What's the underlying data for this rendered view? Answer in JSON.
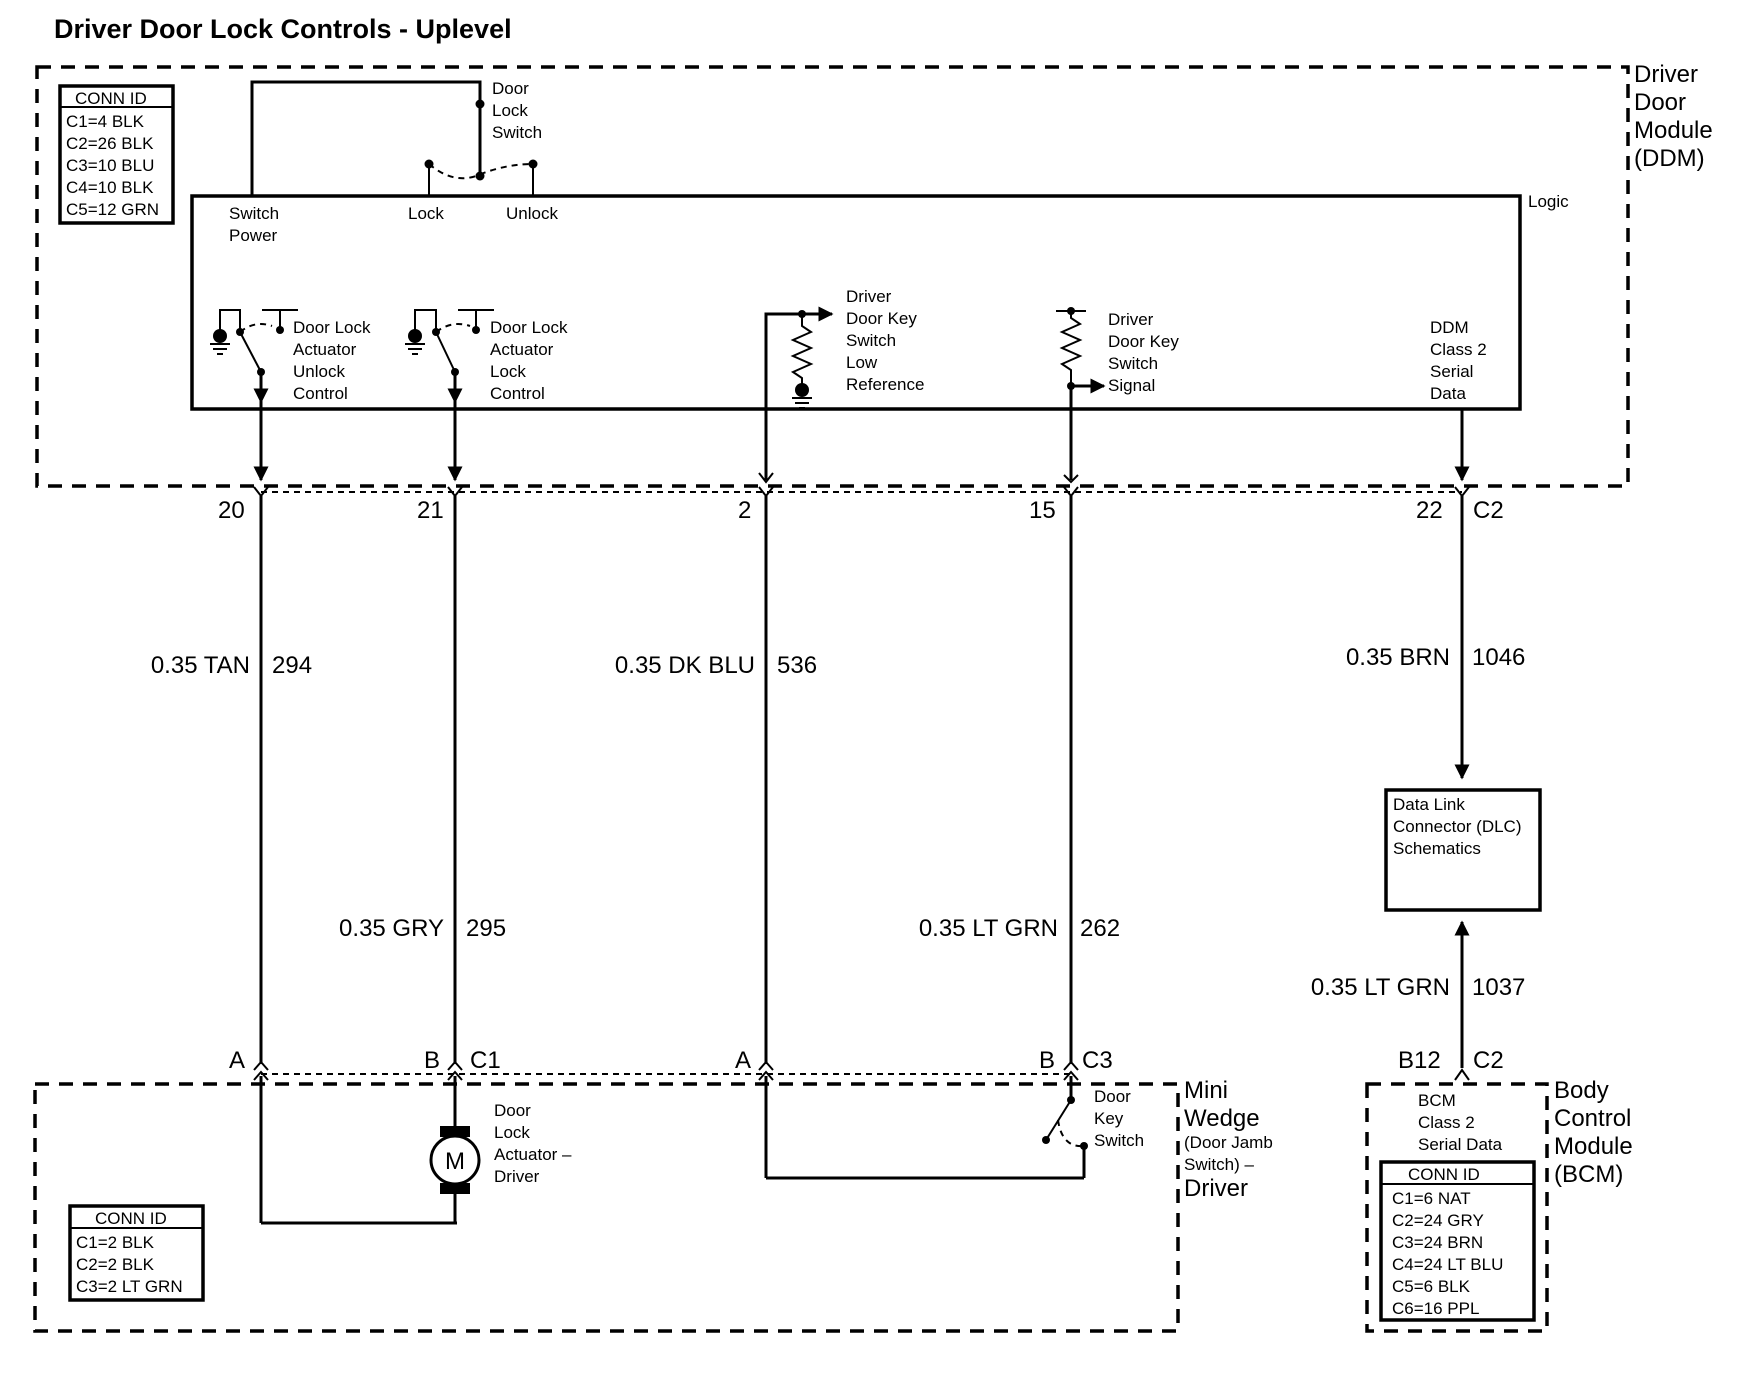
{
  "title": "Driver Door Lock Controls - Uplevel",
  "ddm": {
    "name_lines": [
      "Driver",
      "Door",
      "Module",
      "(DDM)"
    ],
    "logic_label": "Logic",
    "conn_id": {
      "header": "CONN ID",
      "rows": [
        "C1=4 BLK",
        "C2=26 BLK",
        "C3=10 BLU",
        "C4=10 BLK",
        "C5=12 GRN"
      ]
    },
    "door_lock_switch_lines": [
      "Door",
      "Lock",
      "Switch"
    ],
    "switch_power_lines": [
      "Switch",
      "Power"
    ],
    "lock_label": "Lock",
    "unlock_label": "Unlock",
    "unlock_control_lines": [
      "Door Lock",
      "Actuator",
      "Unlock",
      "Control"
    ],
    "lock_control_lines": [
      "Door Lock",
      "Actuator",
      "Lock",
      "Control"
    ],
    "key_low_ref_lines": [
      "Driver",
      "Door Key",
      "Switch",
      "Low",
      "Reference"
    ],
    "key_signal_lines": [
      "Driver",
      "Door Key",
      "Switch",
      "Signal"
    ],
    "class2_lines": [
      "DDM",
      "Class 2",
      "Serial",
      "Data"
    ]
  },
  "pins": {
    "p20": "20",
    "p21": "21",
    "p2": "2",
    "p15": "15",
    "p22": "22",
    "c2_ddm": "C2"
  },
  "wires": {
    "w294_color": "0.35 TAN",
    "w294_num": "294",
    "w295_color": "0.35 GRY",
    "w295_num": "295",
    "w536_color": "0.35 DK BLU",
    "w536_num": "536",
    "w262_color": "0.35 LT GRN",
    "w262_num": "262",
    "w1046_color": "0.35 BRN",
    "w1046_num": "1046",
    "w1037_color": "0.35 LT GRN",
    "w1037_num": "1037"
  },
  "dlc": {
    "lines": [
      "Data Link",
      "Connector (DLC)",
      "Schematics"
    ]
  },
  "mini_wedge": {
    "name_lines": [
      "Mini",
      "Wedge",
      "(Door Jamb",
      "Switch) –",
      "Driver"
    ],
    "pin_a1": "A",
    "pin_b1": "B",
    "conn_c1": "C1",
    "pin_a3": "A",
    "pin_b3": "B",
    "conn_c3": "C3",
    "motor_symbol": "M",
    "actuator_lines": [
      "Door",
      "Lock",
      "Actuator –",
      "Driver"
    ],
    "key_switch_lines": [
      "Door",
      "Key",
      "Switch"
    ],
    "conn_id": {
      "header": "CONN ID",
      "rows": [
        "C1=2 BLK",
        "C2=2 BLK",
        "C3=2 LT GRN"
      ]
    }
  },
  "bcm": {
    "name_lines": [
      "Body",
      "Control",
      "Module",
      "(BCM)"
    ],
    "pin_b12": "B12",
    "conn_c2": "C2",
    "class2_lines": [
      "BCM",
      "Class 2",
      "Serial Data"
    ],
    "conn_id": {
      "header": "CONN ID",
      "rows": [
        "C1=6 NAT",
        "C2=24 GRY",
        "C3=24 BRN",
        "C4=24 LT BLU",
        "C5=6 BLK",
        "C6=16 PPL"
      ]
    }
  }
}
